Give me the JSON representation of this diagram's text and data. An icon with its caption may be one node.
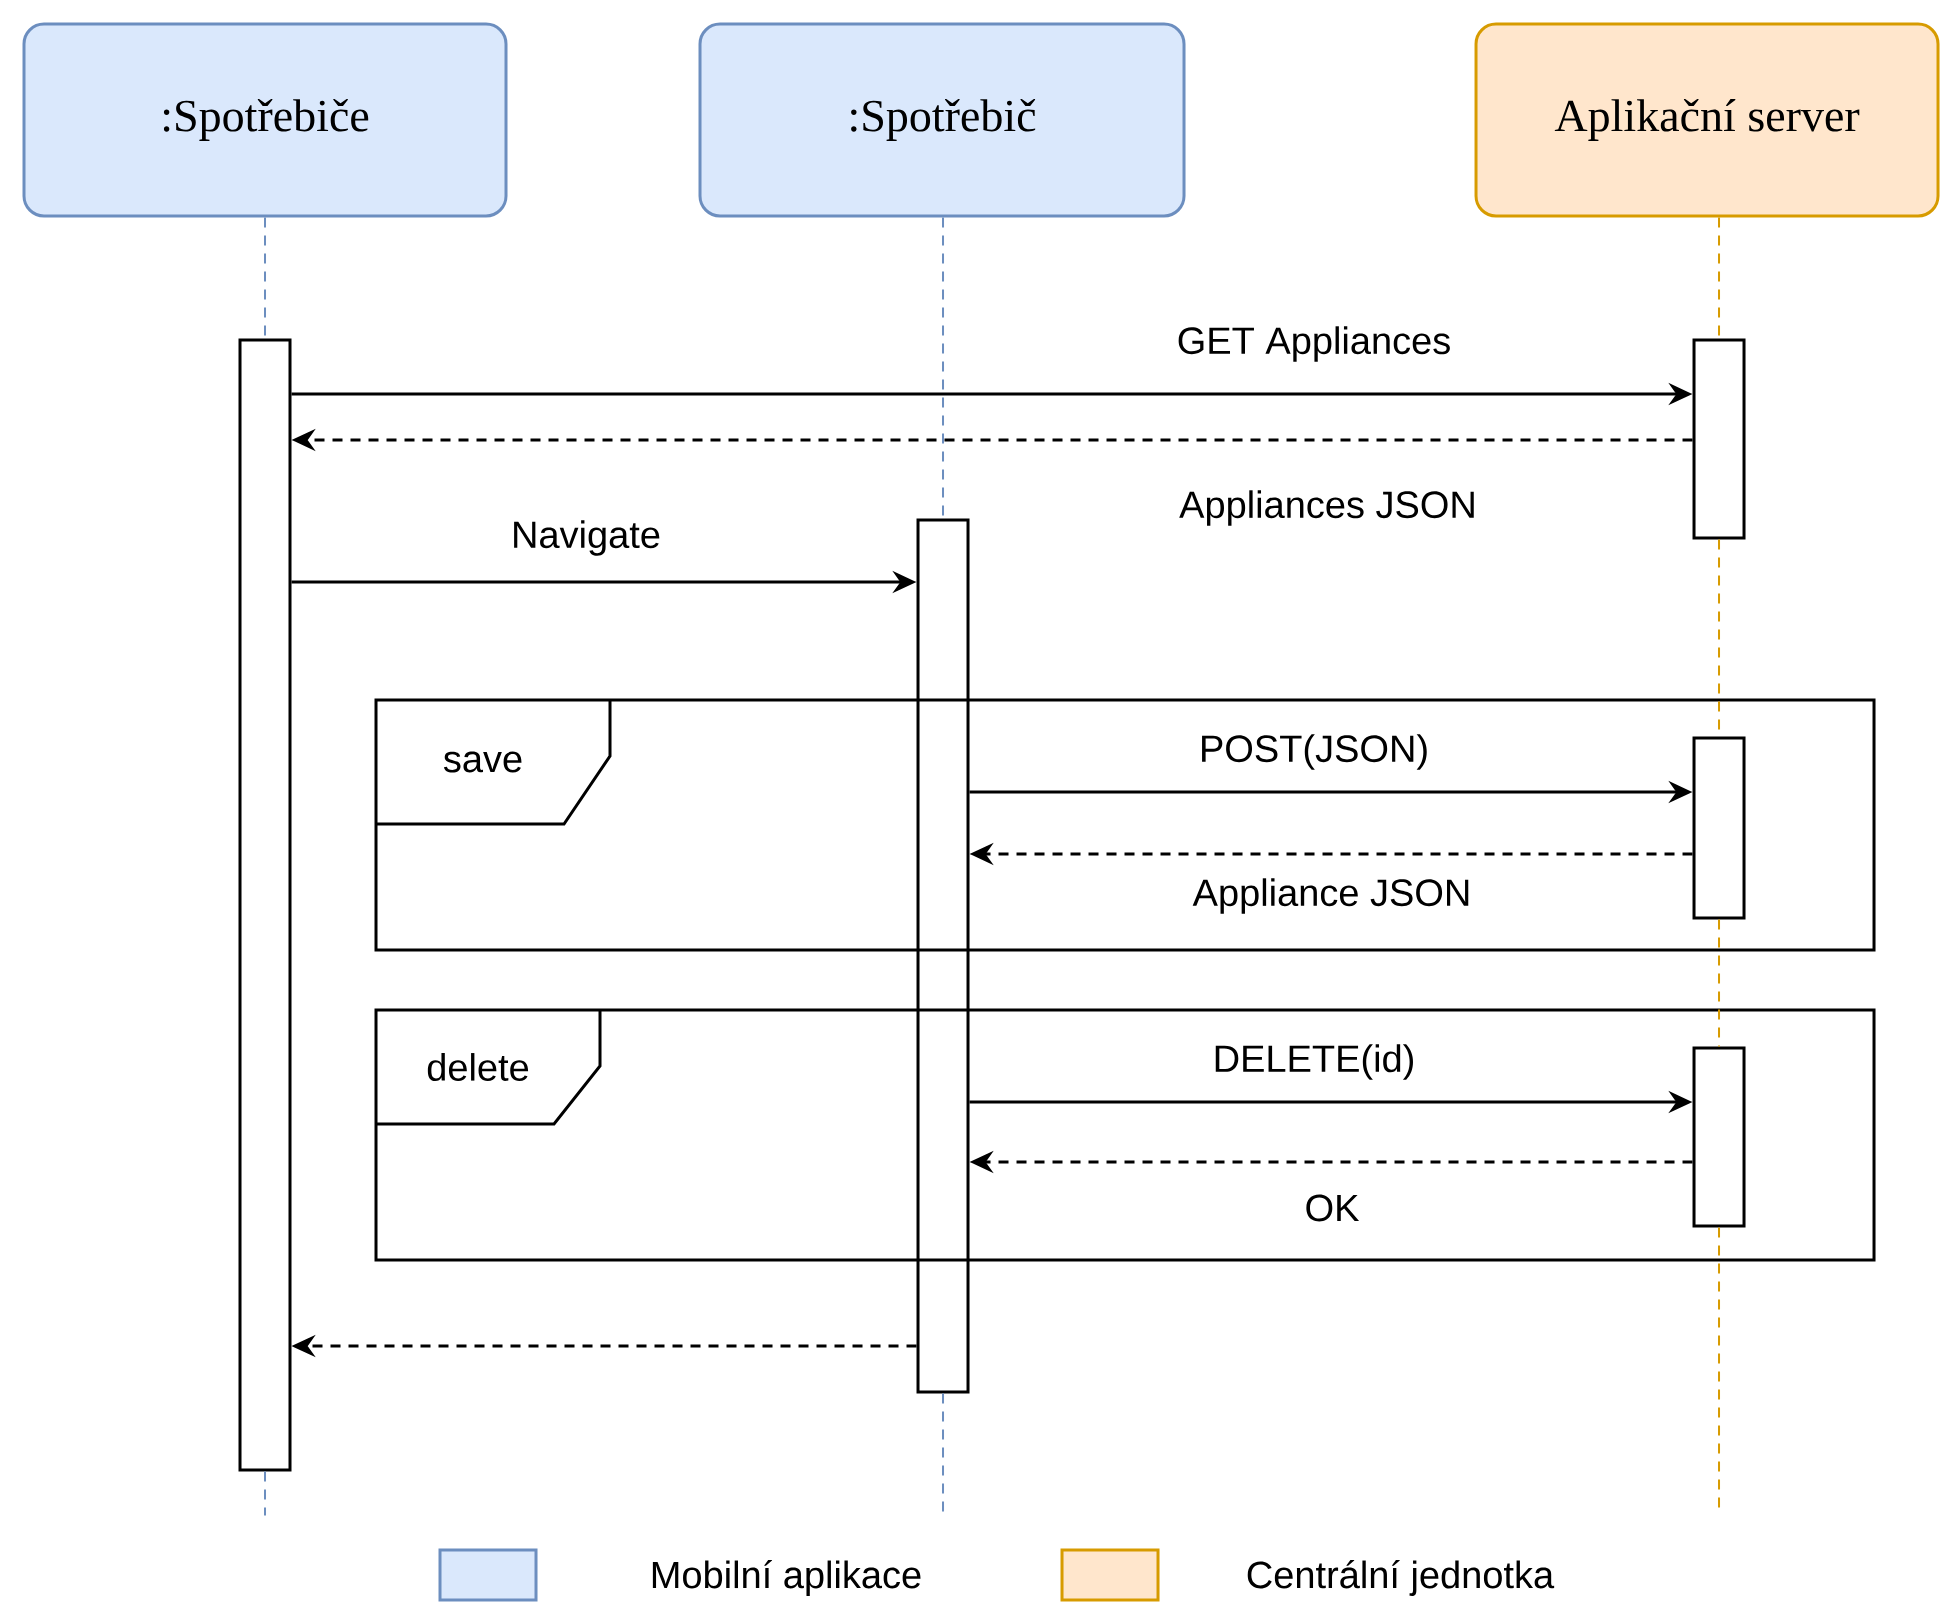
{
  "diagram": {
    "nodes": [
      {
        "text": [
          ":Spotřebiče"
        ]
      },
      {
        "text": [
          ":Spotřebič"
        ]
      },
      {
        "text": [
          "Aplikační server"
        ]
      },
      {
        "text": [],
        "shape": "bar"
      },
      {
        "text": [],
        "shape": "bar"
      },
      {
        "text": [],
        "shape": "bar"
      },
      {
        "text": [],
        "shape": "bar",
        "in": 8
      },
      {
        "text": [],
        "shape": "bar",
        "in": 9
      },
      {
        "text": [
          "save"
        ]
      },
      {
        "text": [
          "delete"
        ]
      }
    ],
    "edges": [
      {
        "from": 0,
        "to": 3,
        "arrow": "none",
        "style": "dashed",
        "color": "#6c8ebf"
      },
      {
        "from": 3,
        "to": null,
        "arrow": "none",
        "style": "dashed",
        "color": "#6c8ebf"
      },
      {
        "from": 1,
        "to": 4,
        "arrow": "none",
        "style": "dashed",
        "color": "#6c8ebf"
      },
      {
        "from": 4,
        "to": null,
        "arrow": "none",
        "style": "dashed",
        "color": "#6c8ebf"
      },
      {
        "from": 2,
        "to": 5,
        "arrow": "none",
        "style": "dashed",
        "color": "#d79b00"
      },
      {
        "from": 5,
        "to": 6,
        "arrow": "none",
        "style": "dashed",
        "color": "#d79b00"
      },
      {
        "from": 6,
        "to": 7,
        "arrow": "none",
        "style": "dashed",
        "color": "#d79b00"
      },
      {
        "from": 7,
        "to": null,
        "arrow": "none",
        "style": "dashed",
        "color": "#d79b00"
      },
      {
        "from": 3,
        "to": 5,
        "arrow": "to",
        "label": "GET Appliances"
      },
      {
        "from": 5,
        "to": 3,
        "arrow": "to",
        "style": "dashed",
        "label": "Appliances JSON"
      },
      {
        "from": 3,
        "to": 4,
        "arrow": "to",
        "label": "Navigate"
      },
      {
        "from": 4,
        "to": 6,
        "arrow": "to",
        "label": "POST(JSON)"
      },
      {
        "from": 6,
        "to": 4,
        "arrow": "to",
        "style": "dashed",
        "label": "Appliance JSON"
      },
      {
        "from": 4,
        "to": 7,
        "arrow": "to",
        "label": "DELETE(id)"
      },
      {
        "from": 7,
        "to": 4,
        "arrow": "to",
        "style": "dashed",
        "label": "OK"
      },
      {
        "from": 4,
        "to": 3,
        "arrow": "to",
        "style": "dashed"
      }
    ],
    "legend": [
      {
        "text": "Mobilní aplikace",
        "color": "#dae8fc"
      },
      {
        "text": "Centrální jednotka",
        "color": "#ffe6cc"
      }
    ]
  }
}
